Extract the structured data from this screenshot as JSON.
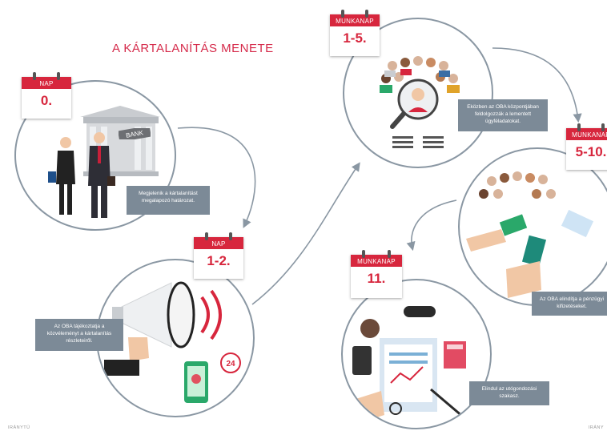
{
  "title": "A KÁRTALANÍTÁS MENETE",
  "steps": [
    {
      "header": "NAP",
      "number": "0.",
      "caption": "Megjelenik a kártalanítást megalapozó határozat."
    },
    {
      "header": "NAP",
      "number": "1-2.",
      "caption": "Az OBA tájékoztatja a közvéleményt a kártalanítás részleteiről."
    },
    {
      "header": "MUNKANAP",
      "number": "1-5.",
      "caption": "Eközben az OBA központjában feldolgozzák a lementett ügyféladatokat."
    },
    {
      "header": "MUNKANAP",
      "number": "5-10.",
      "caption": "Az OBA elindítja a pénzügyi kifizetéseket."
    },
    {
      "header": "MUNKANAP",
      "number": "11.",
      "caption": "Elindul az utógondozási szakasz."
    }
  ],
  "bank_sign": "BANK",
  "badge_24": "24",
  "footer_left": "IRÁNYTŰ",
  "footer_right": "IRÁNY",
  "colors": {
    "accent": "#d7263d",
    "title": "#d52a4a",
    "label_bg": "#7c8a97",
    "circle_border": "#8a97a3",
    "arrow": "#8a97a3"
  }
}
